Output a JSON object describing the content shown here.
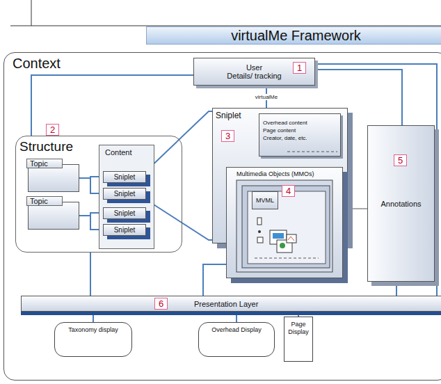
{
  "diagram": {
    "title": "virtualMe Framework",
    "nodes": [
      {
        "text": [
          "Context"
        ]
      },
      {
        "text": [
          "User",
          "Details/ tracking"
        ],
        "in": 0
      },
      {
        "text": [
          "Structure"
        ],
        "in": 0
      },
      {
        "text": [
          "Topic"
        ],
        "in": 2
      },
      {
        "text": [
          "Topic"
        ],
        "in": 2
      },
      {
        "text": [
          "Content"
        ],
        "in": 2
      },
      {
        "text": [
          "Sniplet"
        ],
        "in": 5
      },
      {
        "text": [
          "Sniplet"
        ],
        "in": 5
      },
      {
        "text": [
          "Sniplet"
        ],
        "in": 5
      },
      {
        "text": [
          "Sniplet"
        ],
        "in": 5
      },
      {
        "text": [
          "Sniplet"
        ],
        "in": 0
      },
      {
        "text": [
          "Overhead content",
          "Page content",
          "Creator, date, etc."
        ],
        "in": 10
      },
      {
        "text": [
          "Multimedia Objects (MMOs)"
        ],
        "in": 10
      },
      {
        "text": [
          "MVML"
        ],
        "in": 12
      },
      {
        "text": [
          "Annotations"
        ],
        "in": 0
      },
      {
        "text": [
          "Presentation Layer"
        ],
        "in": 0
      },
      {
        "text": [
          "Taxonomy display"
        ],
        "in": 0
      },
      {
        "text": [
          "Overhead Display"
        ],
        "in": 0
      },
      {
        "text": [
          "Page Display"
        ],
        "in": 0
      }
    ],
    "edges": [
      {
        "from": 1,
        "to": 2,
        "arrow": "none"
      },
      {
        "from": 1,
        "to": 10,
        "label": "virtualMe",
        "arrow": "none"
      },
      {
        "from": 1,
        "to": 14,
        "arrow": "none"
      },
      {
        "from": 1,
        "to": 15,
        "arrow": "none"
      },
      {
        "from": 3,
        "to": 6,
        "arrow": "none"
      },
      {
        "from": 3,
        "to": 7,
        "arrow": "none"
      },
      {
        "from": 4,
        "to": 8,
        "arrow": "none"
      },
      {
        "from": 4,
        "to": 9,
        "arrow": "none"
      },
      {
        "from": 6,
        "to": 10,
        "arrow": "none"
      },
      {
        "from": 7,
        "to": 10,
        "arrow": "none"
      },
      {
        "from": 14,
        "to": 12,
        "arrow": "none"
      },
      {
        "from": 2,
        "to": 15,
        "arrow": "none"
      },
      {
        "from": 12,
        "to": 15,
        "arrow": "none"
      },
      {
        "from": 14,
        "to": 15,
        "arrow": "none"
      },
      {
        "from": 15,
        "to": 16,
        "arrow": "none"
      },
      {
        "from": 15,
        "to": 17,
        "arrow": "none"
      },
      {
        "from": 15,
        "to": 18,
        "arrow": "none"
      }
    ],
    "labels": [
      "1",
      "2",
      "3",
      "4",
      "5",
      "6"
    ]
  }
}
